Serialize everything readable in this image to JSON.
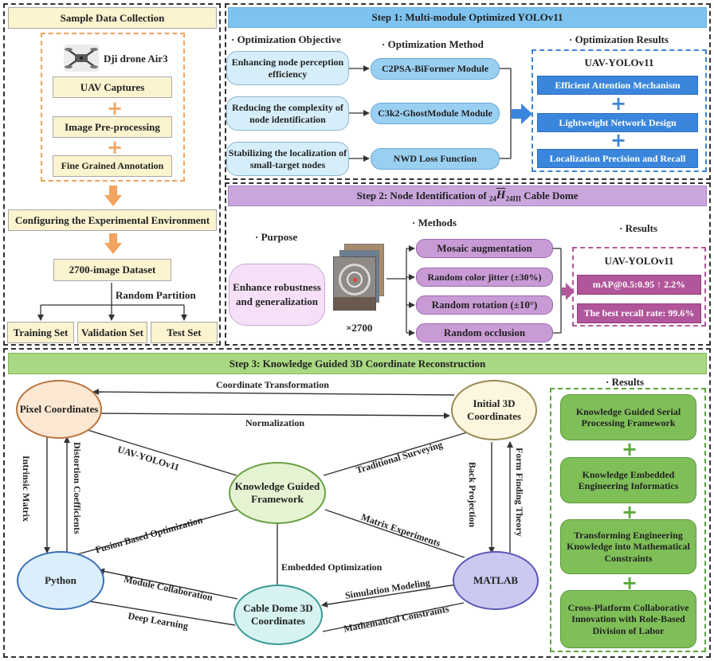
{
  "sample": {
    "title": "Sample Data Collection",
    "drone_label": "Dji drone Air3",
    "steps": [
      "UAV Captures",
      "Image Pre-processing",
      "Fine Grained Annotation"
    ],
    "configuring": "Configuring the Experimental Environment",
    "dataset": "2700-image Dataset",
    "partition": "Random Partition",
    "sets": [
      "Training Set",
      "Validation Set",
      "Test Set"
    ]
  },
  "step1": {
    "title": "Step 1: Multi-module Optimized YOLOv11",
    "col_objective": "· Optimization Objective",
    "col_method": "· Optimization Method",
    "col_results": "· Optimization Results",
    "objectives": [
      "Enhancing node perception efficiency",
      "Reducing the complexity of node identification",
      "Stabilizing the localization of small-target nodes"
    ],
    "methods": [
      "C2PSA-BiFormer Module",
      "C3k2-GhostModule Module",
      "NWD Loss Function"
    ],
    "results_title": "UAV-YOLOv11",
    "results": [
      "Efficient Attention Mechanism",
      "Lightweight Network Design",
      "Localization Precision and Recall"
    ]
  },
  "step2": {
    "title_prefix": "Step 2: Node Identification of ",
    "title_sub_left": "24",
    "title_symbol": "H",
    "title_sub_right": "24III",
    "title_suffix": " Cable Dome",
    "purpose_label": "· Purpose",
    "purpose": "Enhance robustness and generalization",
    "image_count": "×2700",
    "methods_label": "· Methods",
    "methods": [
      "Mosaic augmentation",
      "Random color jitter (±30%)",
      "Random rotation (±10°)",
      "Random occlusion"
    ],
    "results_label": "· Results",
    "results_title": "UAV-YOLOv11",
    "results": [
      "mAP@0.5:0.95 ↑ 2.2%",
      "The best recall rate: 99.6%"
    ]
  },
  "step3": {
    "title": "Step 3: Knowledge Guided 3D Coordinate Reconstruction",
    "nodes": {
      "pixel": "Pixel Coordinates",
      "initial": "Initial 3D Coordinates",
      "framework": "Knowledge Guided Framework",
      "python": "Python",
      "matlab": "MATLAB",
      "cable": "Cable Dome 3D Coordinates"
    },
    "edges": {
      "coord_transform": "Coordinate Transformation",
      "normalization": "Normalization",
      "uav_yolo": "UAV-YOLOv11",
      "traditional": "Traditional Surveying",
      "intrinsic": "Intrinsic Matrix",
      "distortion": "Distortion Coefficients",
      "back_projection": "Back Projection",
      "form_finding": "Form Finding Theory",
      "fusion": "Fusion Based Optimization",
      "matrix": "Matrix Experiments",
      "embedded": "Embedded Optimization",
      "module_collab": "Module Collaboration",
      "simulation": "Simulation Modeling",
      "deep_learning": "Deep Learning",
      "math_constraints": "Mathematical Constraints"
    },
    "results_label": "· Results",
    "results": [
      "Knowledge Guided Serial Processing Framework",
      "Knowledge Embedded Engineering Informatics",
      "Transforming Engineering Knowledge into Mathematical Constraints",
      "Cross-Platform Collaborative Innovation with Role-Based Division of Labor"
    ]
  },
  "colors": {
    "cream": "#fcf3cf",
    "step1_header": "#7ec3ef",
    "step2_header": "#c9a6dc",
    "step3_header": "#a8d882",
    "accent_blue": "#3a86dc",
    "accent_orange": "#f2a35d",
    "accent_green": "#5aa63a",
    "accent_magenta": "#b2569b"
  }
}
